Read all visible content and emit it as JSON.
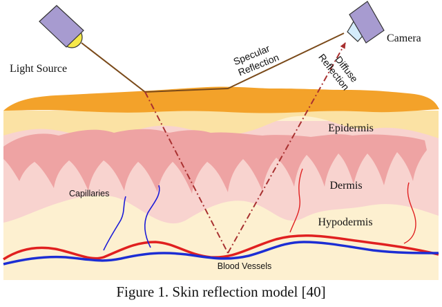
{
  "labels": {
    "light_source": "Light Source",
    "camera": "Camera",
    "specular_line1": "Specular",
    "specular_line2": "Reflection",
    "diffuse_line1": "Diffuse",
    "diffuse_line2": "Reflection",
    "epidermis": "Epidermis",
    "dermis": "Dermis",
    "hypodermis": "Hypodermis",
    "capillaries": "Capillaries",
    "blood_vessels": "Blood Vessels"
  },
  "caption": "Figure 1. Skin reflection model [40]",
  "colors": {
    "surface": "#f3a22a",
    "epidermis": "#fbe2a4",
    "dermis_wave": "#eea3a3",
    "dermis": "#f8d3cf",
    "hypodermis": "#fdf0d0",
    "device_body": "#a79bd0",
    "light_bulb": "#f6e84a",
    "camera_lens": "#d4ecfb",
    "specular_ray": "#7a4a1a",
    "diffuse_ray": "#a83030",
    "capillary": "#1a1ad8",
    "vessel_red": "#e02020",
    "vessel_blue": "#1c2ed4"
  }
}
